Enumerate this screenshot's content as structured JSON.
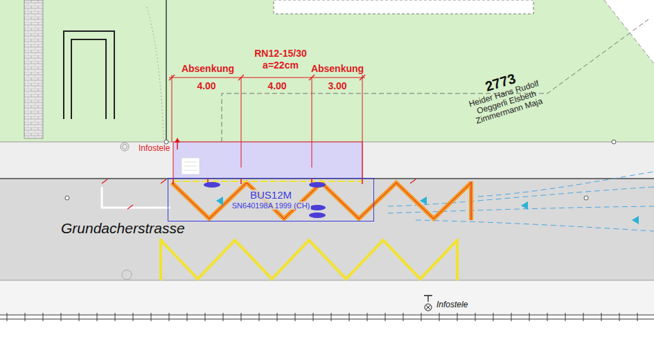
{
  "diagram": {
    "nodes": [
      {
        "text": [
          "BUS12M",
          "SN640198A 1999 (CH)"
        ]
      }
    ],
    "labels": [
      "Absenkung",
      "4.00",
      "RN12-15/30",
      "a=22cm",
      "4.00",
      "Absenkung",
      "3.00",
      "2773",
      "Heider Hans Rudolf",
      "Oeggerli Elsbeth",
      "Zimmermann Maja",
      "Infostele",
      "Grundacherstrasse",
      "Infostele"
    ]
  }
}
